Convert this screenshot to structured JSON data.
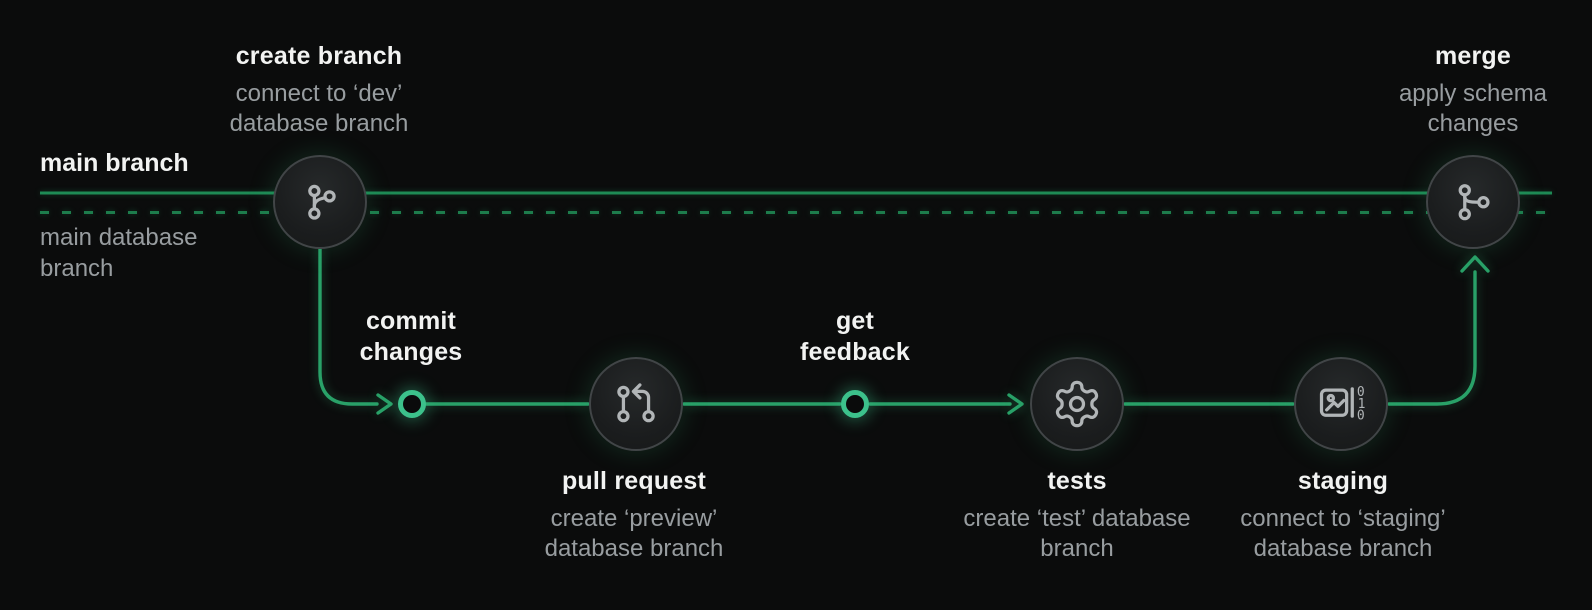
{
  "colors": {
    "background": "#0b0c0c",
    "main_line_green": "#1e8a55",
    "dashed_line_green": "#1d7c4c",
    "branch_line_green": "#29a168",
    "ring_green": "#3cc18b",
    "node_border": "#414547",
    "icon_gray": "#b1b5b7",
    "title_text": "#f2f3f2",
    "subtitle_text": "#989da0"
  },
  "main_track": {
    "branch_label": "main branch",
    "database_label": "main database branch"
  },
  "nodes": {
    "create_branch": {
      "title": "create branch",
      "subtitle": "connect to ‘dev’ database branch",
      "icon": "git-branch-icon"
    },
    "commit": {
      "title": "commit changes",
      "icon": "commit-dot"
    },
    "pull_request": {
      "title": "pull request",
      "subtitle": "create ‘preview’ database branch",
      "icon": "git-pull-request-icon"
    },
    "feedback": {
      "title": "get feedback",
      "icon": "commit-dot"
    },
    "tests": {
      "title": "tests",
      "subtitle": "create ‘test’ database branch",
      "icon": "gear-icon"
    },
    "staging": {
      "title": "staging",
      "subtitle": "connect to ‘staging’ database branch",
      "icon": "binary-data-icon",
      "icon_digits": [
        "0",
        "1",
        "0"
      ]
    },
    "merge": {
      "title": "merge",
      "subtitle": "apply schema changes",
      "icon": "git-merge-icon"
    }
  }
}
